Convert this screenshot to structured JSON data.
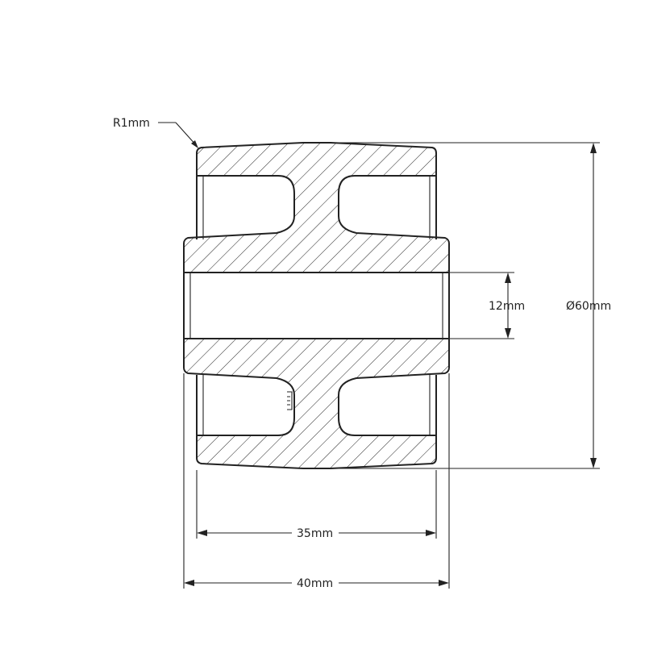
{
  "dimensions": {
    "radius_label": "R1mm",
    "bore_label": "12mm",
    "outer_diameter_label": "Ø60mm",
    "tread_width_label": "35mm",
    "hub_width_label": "40mm"
  },
  "colors": {
    "line": "#222222",
    "background": "#ffffff"
  }
}
